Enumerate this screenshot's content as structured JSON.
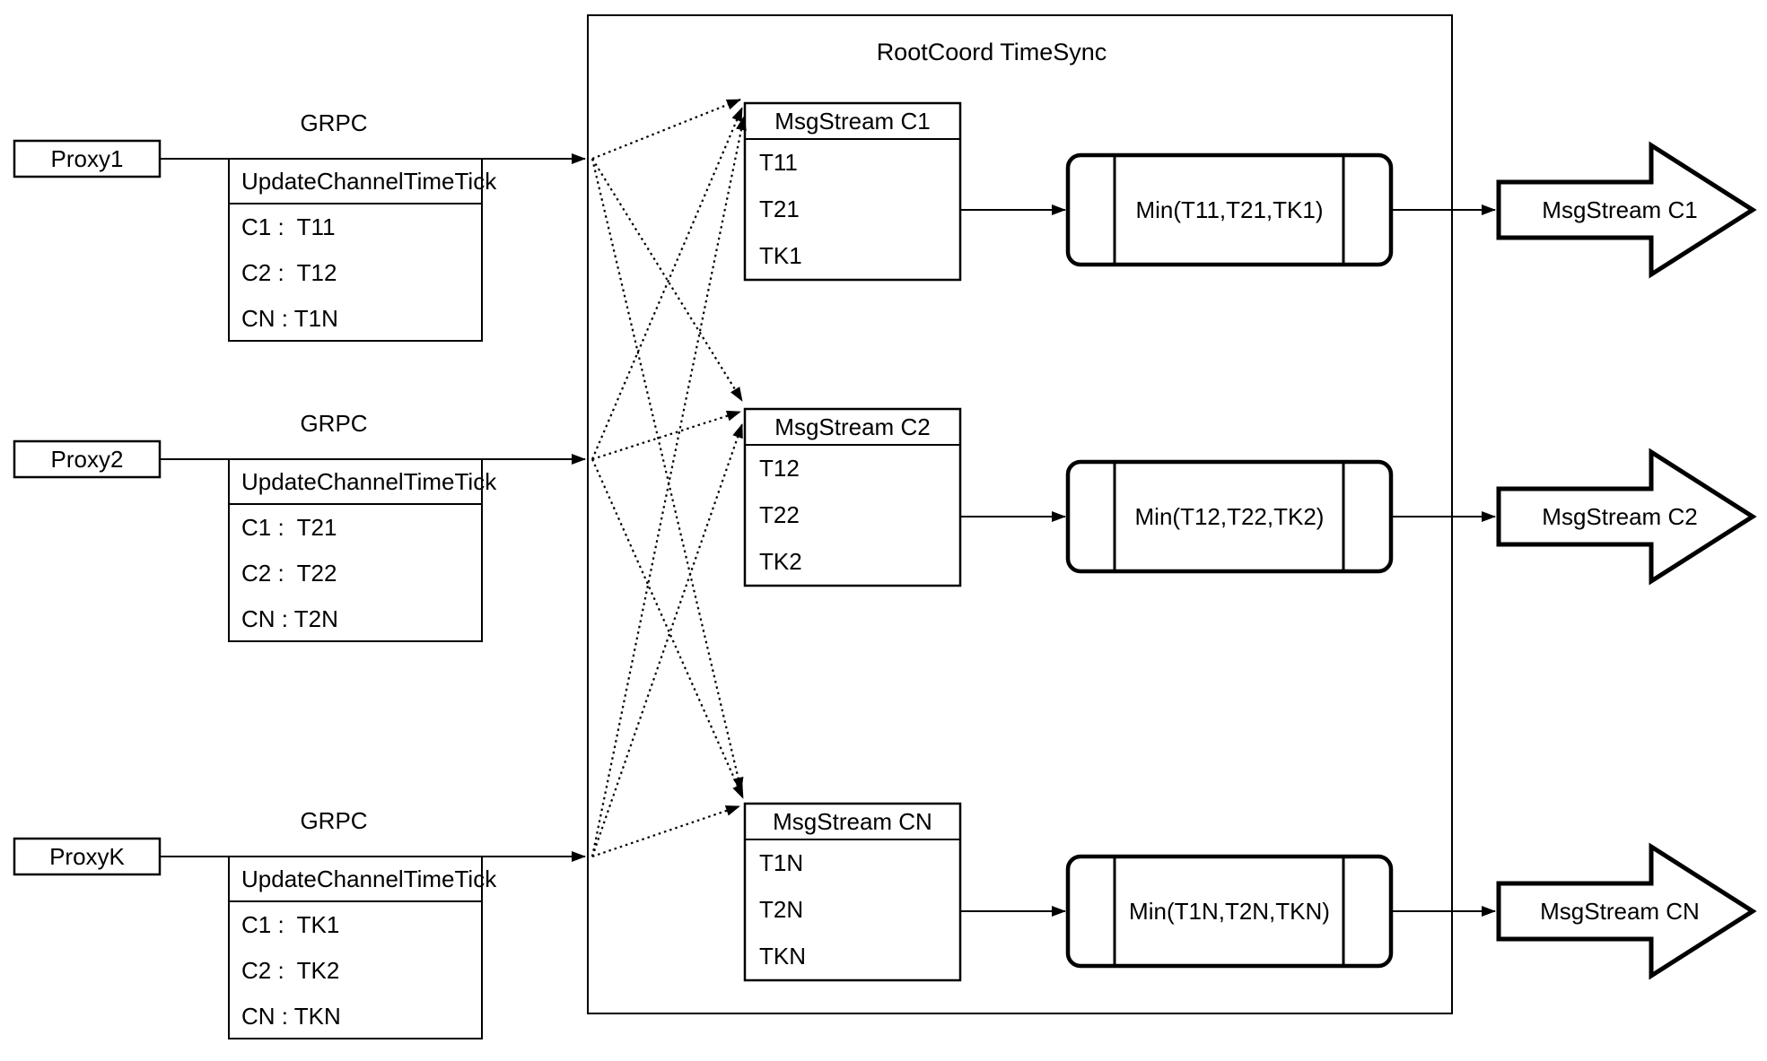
{
  "diagram_title": "RootCoord TimeSync",
  "rows": [
    {
      "proxy": "Proxy1",
      "grpc": "GRPC",
      "tick": {
        "header": "UpdateChannelTimeTick",
        "rows": [
          "C1 :  T11",
          "C2 :  T12",
          "CN : T1N"
        ]
      },
      "ms": {
        "header": "MsgStream C1",
        "rows": [
          "T11",
          "T21",
          "TK1"
        ]
      },
      "min": "Min(T11,T21,TK1)",
      "arrow": "MsgStream C1"
    },
    {
      "proxy": "Proxy2",
      "grpc": "GRPC",
      "tick": {
        "header": "UpdateChannelTimeTick",
        "rows": [
          "C1 :  T21",
          "C2 :  T22",
          "CN : T2N"
        ]
      },
      "ms": {
        "header": "MsgStream C2",
        "rows": [
          "T12",
          "T22",
          "TK2"
        ]
      },
      "min": "Min(T12,T22,TK2)",
      "arrow": "MsgStream C2"
    },
    {
      "proxy": "ProxyK",
      "grpc": "GRPC",
      "tick": {
        "header": "UpdateChannelTimeTick",
        "rows": [
          "C1 :  TK1",
          "C2 :  TK2",
          "CN : TKN"
        ]
      },
      "ms": {
        "header": "MsgStream CN",
        "rows": [
          "T1N",
          "T2N",
          "TKN"
        ]
      },
      "min": "Min(T1N,T2N,TKN)",
      "arrow": "MsgStream CN"
    }
  ],
  "colors": {
    "stroke": "#000000",
    "background": "#ffffff"
  }
}
